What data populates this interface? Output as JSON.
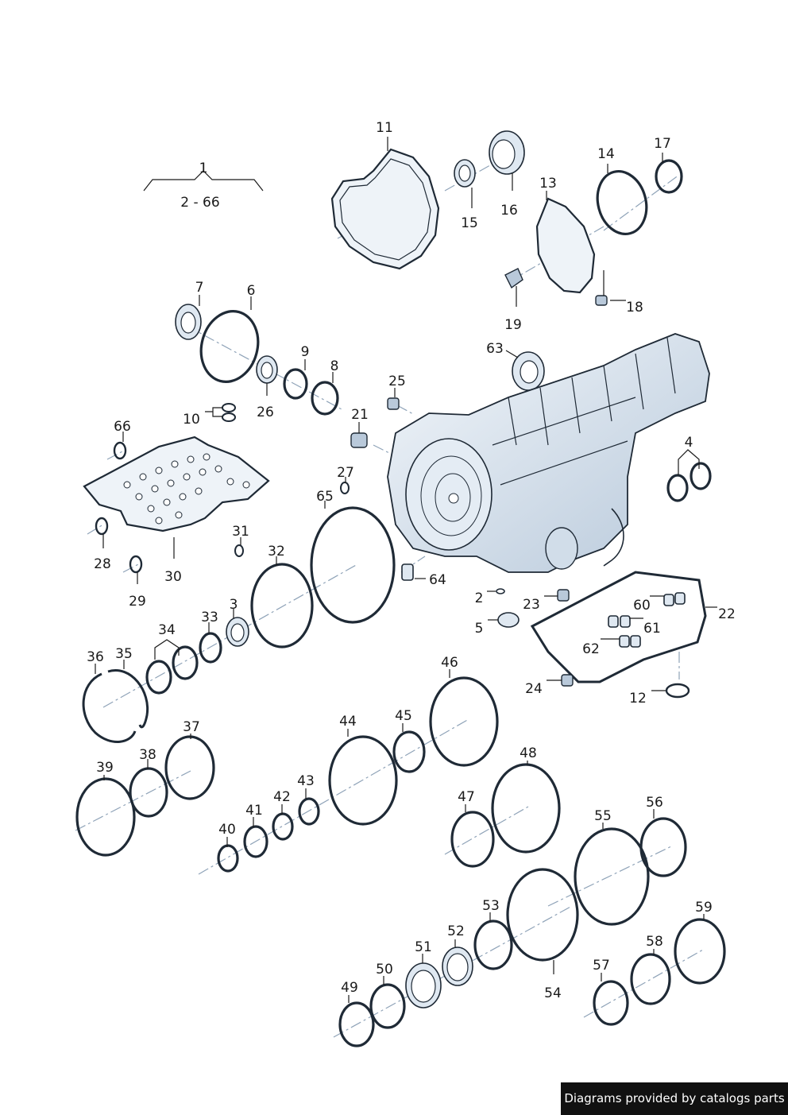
{
  "diagram": {
    "group": {
      "number": "1",
      "range": "2 - 66"
    },
    "callouts": [
      "2",
      "3",
      "4",
      "5",
      "6",
      "7",
      "8",
      "9",
      "10",
      "11",
      "12",
      "13",
      "14",
      "15",
      "16",
      "17",
      "18",
      "19",
      "21",
      "22",
      "23",
      "24",
      "25",
      "26",
      "27",
      "28",
      "29",
      "30",
      "31",
      "32",
      "33",
      "34",
      "35",
      "36",
      "37",
      "38",
      "39",
      "40",
      "41",
      "42",
      "43",
      "44",
      "45",
      "46",
      "47",
      "48",
      "49",
      "50",
      "51",
      "52",
      "53",
      "54",
      "55",
      "56",
      "57",
      "58",
      "59",
      "60",
      "61",
      "62",
      "63",
      "64",
      "65",
      "66"
    ]
  },
  "footer": {
    "text": "Diagrams provided by catalogs parts"
  },
  "colors": {
    "outline": "#1f2a36",
    "fill": "#dfe8f1",
    "axis": "#8fa3b8",
    "footer_bg": "#111111"
  }
}
